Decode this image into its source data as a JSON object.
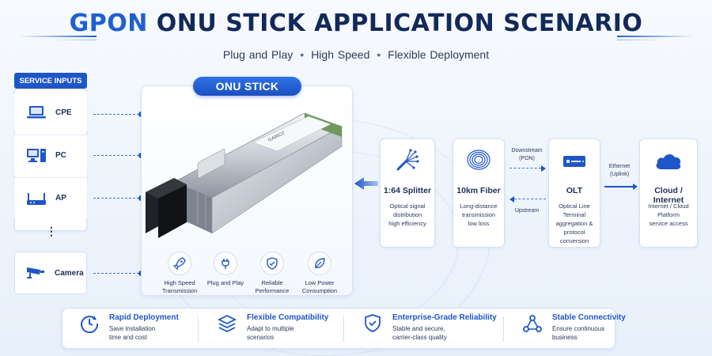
{
  "title": {
    "accent": "GPON",
    "rest": "ONU STICK APPLICATION SCENARIO"
  },
  "subtitle": {
    "items": [
      "Plug and Play",
      "High Speed",
      "Flexible Deployment"
    ]
  },
  "service_inputs": {
    "label": "SERVICE INPUTS",
    "items": [
      {
        "label": "CPE",
        "icon": "laptop-icon"
      },
      {
        "label": "PC",
        "icon": "desktop-pc-icon"
      },
      {
        "label": "AP",
        "icon": "router-icon"
      },
      {
        "label": "Camera",
        "icon": "cctv-camera-icon"
      }
    ],
    "ellipsis": "⋮"
  },
  "onu": {
    "label": "ONU STICK",
    "stick_label": "GAIROT",
    "features": [
      {
        "label": "High Speed Transmission",
        "icon": "rocket-icon"
      },
      {
        "label": "Plug and Play",
        "icon": "plug-icon"
      },
      {
        "label": "Reliable Performance",
        "icon": "shield-check-icon"
      },
      {
        "label": "Low Power Consumption",
        "icon": "leaf-icon"
      }
    ]
  },
  "flow": {
    "splitter": {
      "title": "1:64 Splitter",
      "desc": [
        "Optical signal",
        "distribution",
        "high efficiency"
      ],
      "icon": "splitter-icon"
    },
    "fiber": {
      "title": "10km Fiber",
      "desc": [
        "Long-distance",
        "transmission",
        "low loss"
      ],
      "icon": "fiber-coil-icon"
    },
    "olt": {
      "title": "OLT",
      "desc": [
        "Optical Line",
        "Terminal",
        "aggregation &",
        "protocol",
        "conversion"
      ],
      "icon": "olt-icon"
    },
    "cloud": {
      "title": "Cloud / Internet",
      "desc": [
        "Internet / Cloud",
        "Platform",
        "service access"
      ],
      "icon": "cloud-icon"
    },
    "downstream": [
      "Downstream",
      "(PON)"
    ],
    "upstream": "Upstream",
    "ethernet": [
      "Ethernet",
      "(Uplink)"
    ]
  },
  "benefits": [
    {
      "title": "Rapid Deployment",
      "desc": [
        "Save installation",
        "time and cost"
      ],
      "icon": "clock-icon"
    },
    {
      "title": "Flexible Compatibility",
      "desc": [
        "Adapt to multiple",
        "scenarios"
      ],
      "icon": "layers-icon"
    },
    {
      "title": "Enterprise-Grade Reliability",
      "desc": [
        "Stable and secure,",
        "carrier-class quality"
      ],
      "icon": "shield-check-icon"
    },
    {
      "title": "Stable Connectivity",
      "desc": [
        "Ensure continuous",
        "business"
      ],
      "icon": "network-nodes-icon"
    }
  ],
  "colors": {
    "primary": "#1f56c7",
    "accent": "#1f5fd1",
    "navy": "#12295a"
  }
}
